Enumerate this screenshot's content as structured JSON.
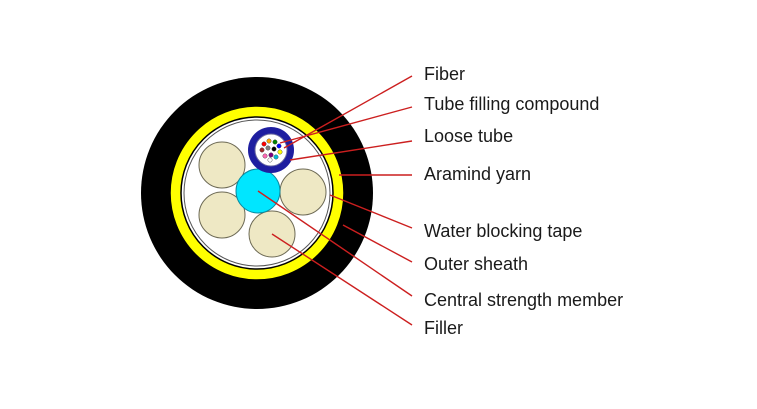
{
  "diagram": {
    "labels": {
      "fiber": "Fiber",
      "tube_filling_compound": "Tube filling compound",
      "loose_tube": "Loose tube",
      "aramid_yarn": "Aramind yarn",
      "water_blocking_tape": "Water blocking tape",
      "outer_sheath": "Outer sheath",
      "central_strength_member": "Central strength member",
      "filler": "Filler"
    },
    "colors": {
      "outer_sheath": "#000000",
      "aramid_yarn": "#ffff00",
      "water_blocking_tape": "#ffffff",
      "filler": "#eee8c4",
      "central_strength_member": "#00e6ff",
      "loose_tube": "#1e1ea0",
      "leader_line": "#cc1f1f"
    },
    "fiber_colors": [
      "#ff0000",
      "#ffa500",
      "#008000",
      "#0000ff",
      "#a52a2a",
      "#808080",
      "#000000",
      "#ffff00",
      "#ff69b4",
      "#800080",
      "#00bcd4",
      "#ffffff"
    ]
  }
}
